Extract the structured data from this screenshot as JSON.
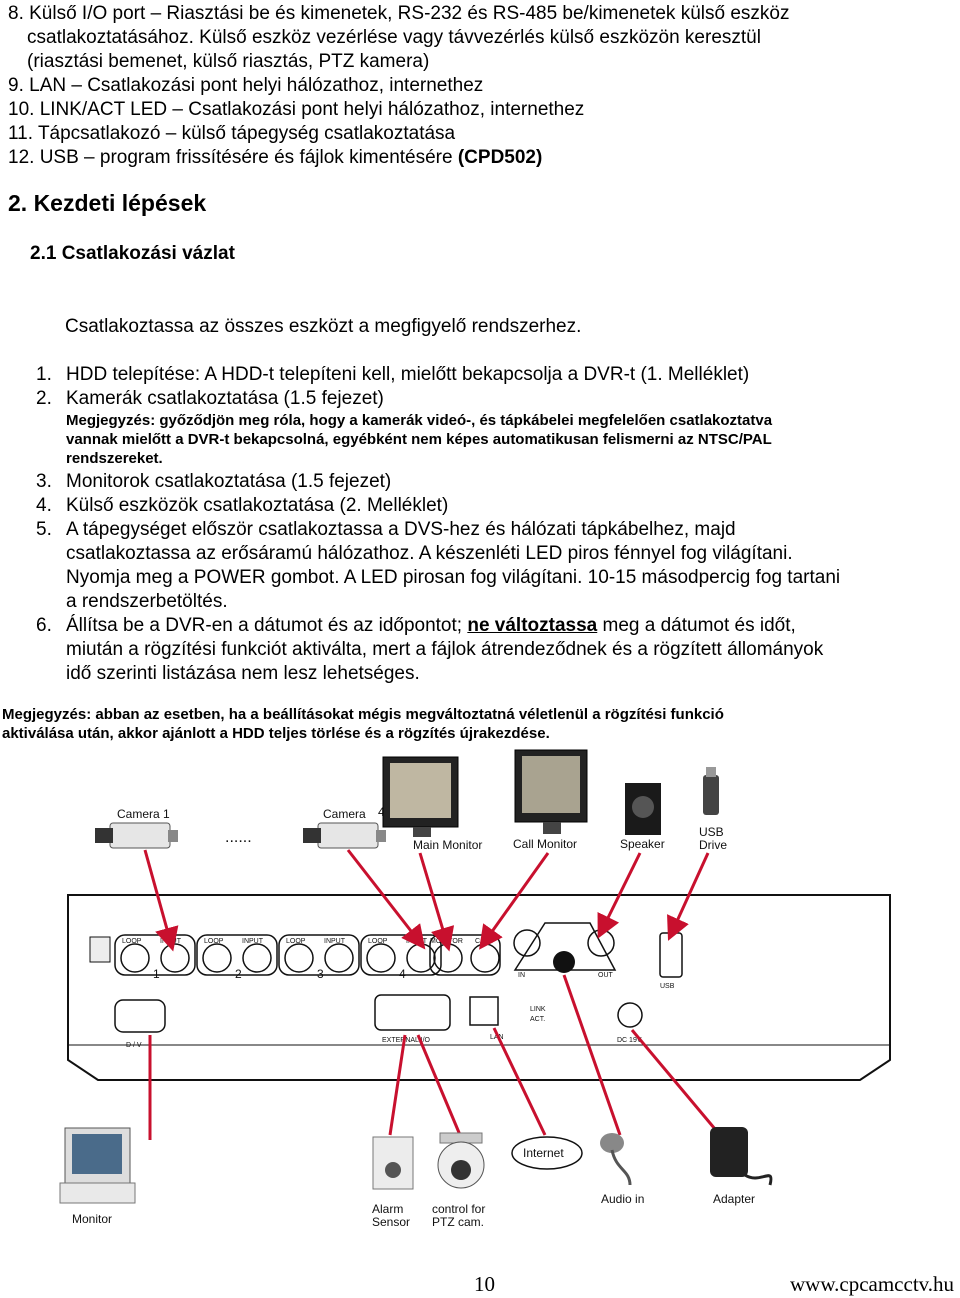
{
  "list_top": {
    "item8": {
      "num": "8.",
      "text": "Külső I/O port – Riasztási be és kimenetek, RS-232 és RS-485 be/kimenetek külső eszköz",
      "cont": "csatlakoztatásához. Külső eszköz vezérlése vagy távvezérlés külső eszközön keresztül",
      "cont2": "(riasztási bemenet, külső riasztás, PTZ kamera)"
    },
    "item9": "9. LAN – Csatlakozási pont helyi hálózathoz, internethez",
    "item10": "10. LINK/ACT LED – Csatlakozási pont helyi hálózathoz, internethez",
    "item11": "11. Tápcsatlakozó – külső tápegység csatlakoztatása",
    "item12": {
      "text": "12. USB – program frissítésére és fájlok kimentésére ",
      "bold": "(CPD502)"
    }
  },
  "section_title": "2. Kezdeti lépések",
  "subsection_title": "2.1 Csatlakozási vázlat",
  "intro": "Csatlakoztassa az összes eszközt a megfigyelő rendszerhez.",
  "steps": {
    "s1": {
      "num": "1.",
      "text": "HDD telepítése: A HDD-t telepíteni kell, mielőtt bekapcsolja a DVR-t (1. Melléklet)"
    },
    "s2": {
      "num": "2.",
      "text": "Kamerák csatlakoztatása (1.5 fejezet)"
    },
    "s2_note": {
      "l1": "Megjegyzés: győződjön meg róla, hogy a kamerák videó-, és tápkábelei megfelelően csatlakoztatva",
      "l2": "vannak mielőtt a DVR-t bekapcsolná, egyébként nem képes automatikusan felismerni az NTSC/PAL",
      "l3": "rendszereket."
    },
    "s3": {
      "num": "3.",
      "text": "Monitorok csatlakoztatása (1.5 fejezet)"
    },
    "s4": {
      "num": "4.",
      "text": "Külső eszközök csatlakoztatása (2. Melléklet)"
    },
    "s5": {
      "num": "5.",
      "l1": "A tápegységet először csatlakoztassa a DVS-hez és hálózati tápkábelhez, majd",
      "l2": "csatlakoztassa az erősáramú hálózathoz. A készenléti LED piros fénnyel fog világítani.",
      "l3": "Nyomja meg a POWER gombot. A LED pirosan fog világítani. 10-15 másodpercig fog tartani",
      "l4": "a rendszerbetöltés."
    },
    "s6": {
      "num": "6.",
      "l1a": "Állítsa be a DVR-en a dátumot és az időpontot; ",
      "l1b": "ne változtassa",
      "l1c": " meg a dátumot és időt,",
      "l2": "miután a rögzítési funkciót aktiválta, mert a fájlok átrendeződnek és a rögzített állományok",
      "l3": "idő szerinti listázása nem lesz lehetséges."
    }
  },
  "bottom_note": {
    "l1": "Megjegyzés: abban az esetben, ha a beállításokat mégis megváltoztatná véletlenül a rögzítési funkció",
    "l2": "aktiválása után, akkor ajánlott a HDD teljes törlése és a rögzítés újrakezdése."
  },
  "diagram": {
    "top_labels": {
      "camera1": "Camera 1",
      "camera4": "Camera",
      "camera4_num": "4",
      "dots": "......",
      "main_monitor": "Main Monitor",
      "call_monitor": "Call Monitor",
      "speaker": "Speaker",
      "usb_drive_1": "USB",
      "usb_drive_2": "Drive"
    },
    "panel_labels": {
      "loop": "LOOP",
      "input": "INPUT",
      "n1": "1",
      "n2": "2",
      "n3": "3",
      "n4": "4",
      "monitor": "MONITOR",
      "call": "CALL",
      "in": "IN",
      "out": "OUT",
      "usb": "USB",
      "dv": "D / V",
      "external_io": "EXTERNAL I/O",
      "lan": "LAN",
      "link": "LINK",
      "act": "ACT.",
      "dc": "DC 19V"
    },
    "bottom_labels": {
      "monitor": "Monitor",
      "alarm_1": "Alarm",
      "alarm_2": "Sensor",
      "ptz_1": "control for",
      "ptz_2": "PTZ cam.",
      "internet": "Internet",
      "audio_in": "Audio in",
      "adapter": "Adapter"
    },
    "colors": {
      "arrow": "#c8102e",
      "panel_outline": "#111111"
    }
  },
  "footer": {
    "page": "10",
    "url": "www.cpcamcctv.hu"
  }
}
